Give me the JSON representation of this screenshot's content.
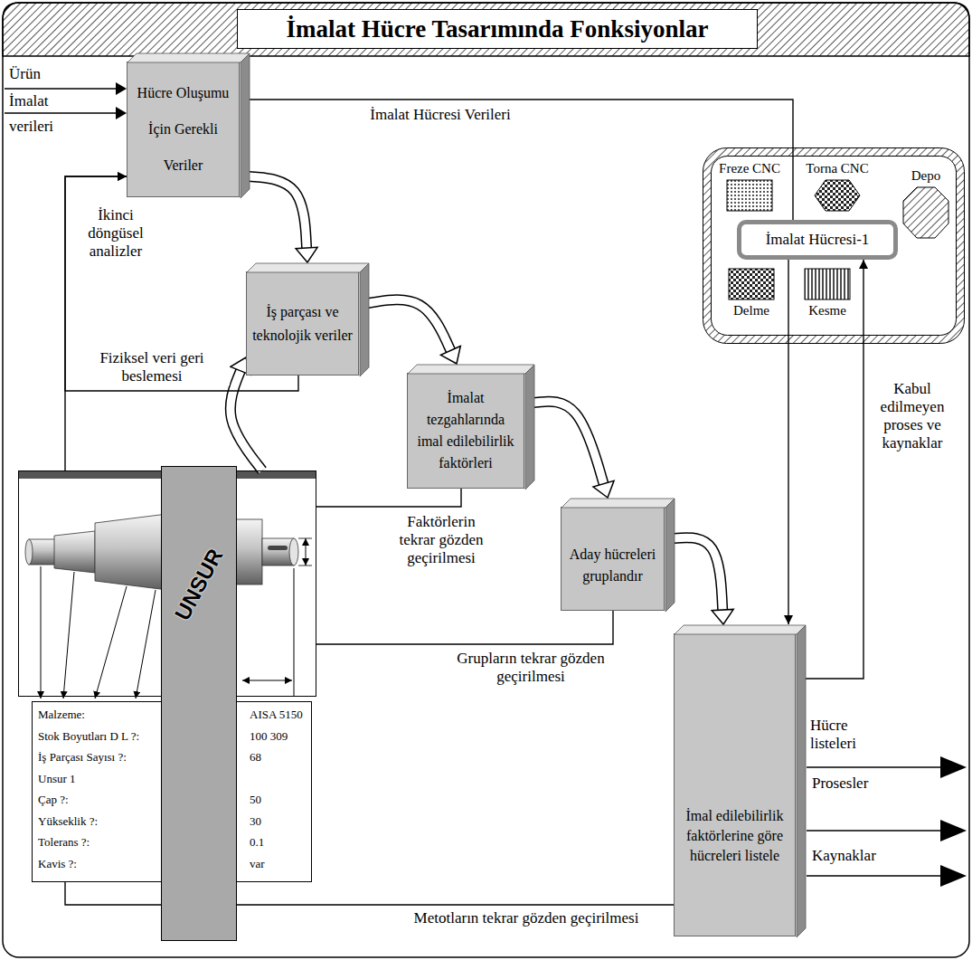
{
  "diagram": {
    "title": "İmalat Hücre Tasarımında Fonksiyonlar",
    "nodes": [
      {
        "text": [
          "Hücre Oluşumu İçin Gerekli Veriler"
        ]
      },
      {
        "text": [
          "İş parçası ve teknolojik veriler"
        ]
      },
      {
        "text": [
          "İmalat tezgahlarında imal edilebilirlik faktörleri"
        ]
      },
      {
        "text": [
          "Aday hücreleri gruplandır"
        ]
      },
      {
        "text": [
          "Freze CNC"
        ]
      },
      {
        "text": [
          "Torna CNC"
        ]
      },
      {
        "text": [
          "Depo"
        ]
      },
      {
        "text": [
          "İmalat Hücresi-1"
        ]
      },
      {
        "text": [
          "Delme"
        ]
      },
      {
        "text": [
          "Kesme"
        ]
      },
      {
        "text": [
          "UNSUR"
        ]
      },
      {
        "text": [
          "Malzeme:",
          "AISA 5150",
          "Stok Boyutları D L ?:",
          "100 309",
          "İş Parçası Sayısı ?:",
          "68",
          "Unsur 1",
          "Çap ?:",
          "50",
          "Yükseklik ?:",
          "30",
          "Tolerans ?:",
          "0.1",
          "Kavis ?:",
          "var"
        ]
      },
      {
        "text": [
          "İmal edilebilirlik faktörlerine göre hücreleri listele"
        ]
      }
    ],
    "edges": [
      {
        "from": 0,
        "to": 1,
        "arrow": "to"
      },
      {
        "from": 1,
        "to": 2,
        "arrow": "to"
      },
      {
        "from": 2,
        "to": 3,
        "arrow": "to"
      },
      {
        "from": 3,
        "to": 12,
        "arrow": "to"
      },
      {
        "from": 10,
        "to": 1,
        "arrow": "to"
      },
      {
        "from": 10,
        "to": 0,
        "arrow": "to",
        "label": "İkinci döngüsel analizler"
      },
      {
        "from": 1,
        "to": 0,
        "arrow": "to",
        "label": "Fiziksel veri geri beslemesi"
      },
      {
        "from": 2,
        "to": 10,
        "arrow": "none",
        "label": "Faktörlerin tekrar gözden geçirilmesi"
      },
      {
        "from": 3,
        "to": 10,
        "arrow": "none",
        "label": "Grupların tekrar gözden geçirilmesi"
      },
      {
        "from": 12,
        "to": 11,
        "arrow": "none",
        "label": "Metotların tekrar gözden geçirilmesi"
      },
      {
        "from": 0,
        "to": 7,
        "arrow": "none",
        "label": "İmalat Hücresi Verileri"
      },
      {
        "from": 7,
        "to": 12,
        "arrow": "to"
      },
      {
        "from": 12,
        "to": 7,
        "arrow": "to",
        "label": "Kabul edilmeyen proses ve kaynaklar"
      }
    ],
    "labels": [
      "Ürün",
      "İmalat",
      "verileri",
      "Hücre listeleri",
      "Prosesler",
      "Kaynaklar"
    ]
  }
}
